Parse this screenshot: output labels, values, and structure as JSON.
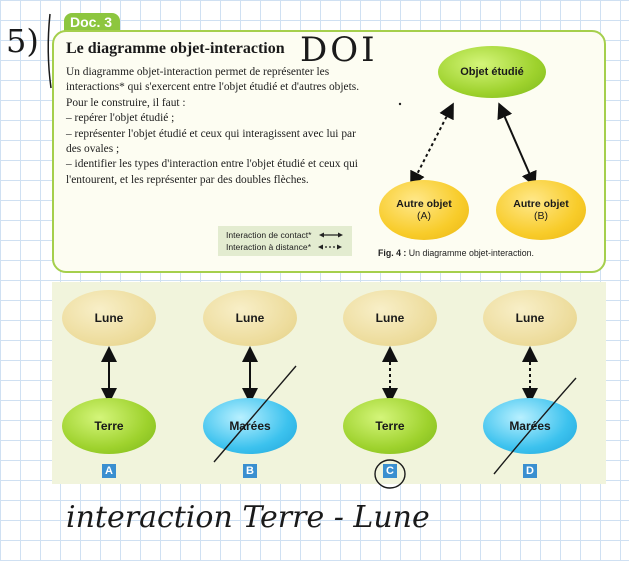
{
  "handwritten": {
    "question_number": "5)",
    "title_note": "DOI",
    "answer": "interaction Terre - Lune"
  },
  "doc": {
    "badge": "Doc. 3",
    "title": "Le diagramme objet-interaction",
    "paragraphs": [
      "Un diagramme objet-interaction permet de représenter les interactions* qui s'exercent entre l'objet étudié et d'autres objets.",
      "Pour le construire, il faut :",
      "– repérer l'objet étudié ;",
      "– représenter l'objet étudié et ceux qui interagissent avec lui par des ovales ;",
      "– identifier les types d'interaction entre l'objet étudié et ceux qui l'entourent, et les représenter par des doubles flèches."
    ],
    "legend": {
      "contact": "Interaction de contact*",
      "distance": "Interaction à distance*"
    },
    "figure": {
      "center": "Objet étudié",
      "left_line1": "Autre objet",
      "left_line2": "(A)",
      "right_line1": "Autre objet",
      "right_line2": "(B)",
      "caption_bold": "Fig. 4 :",
      "caption_text": " Un diagramme objet-interaction."
    }
  },
  "options": [
    {
      "letter": "A",
      "top": "Lune",
      "bottom": "Terre",
      "interaction": "contact"
    },
    {
      "letter": "B",
      "top": "Lune",
      "bottom": "Marées",
      "interaction": "contact"
    },
    {
      "letter": "C",
      "top": "Lune",
      "bottom": "Terre",
      "interaction": "distance"
    },
    {
      "letter": "D",
      "top": "Lune",
      "bottom": "Marées",
      "interaction": "distance"
    }
  ],
  "colors": {
    "doc_border": "#a5cf4c",
    "badge": "#8dc63f",
    "letter_box": "#3a8fd0",
    "earth_ellipse": "#9ed22d",
    "tides_ellipse": "#3cc2ee",
    "moon_ellipse": "#eddc9c"
  }
}
